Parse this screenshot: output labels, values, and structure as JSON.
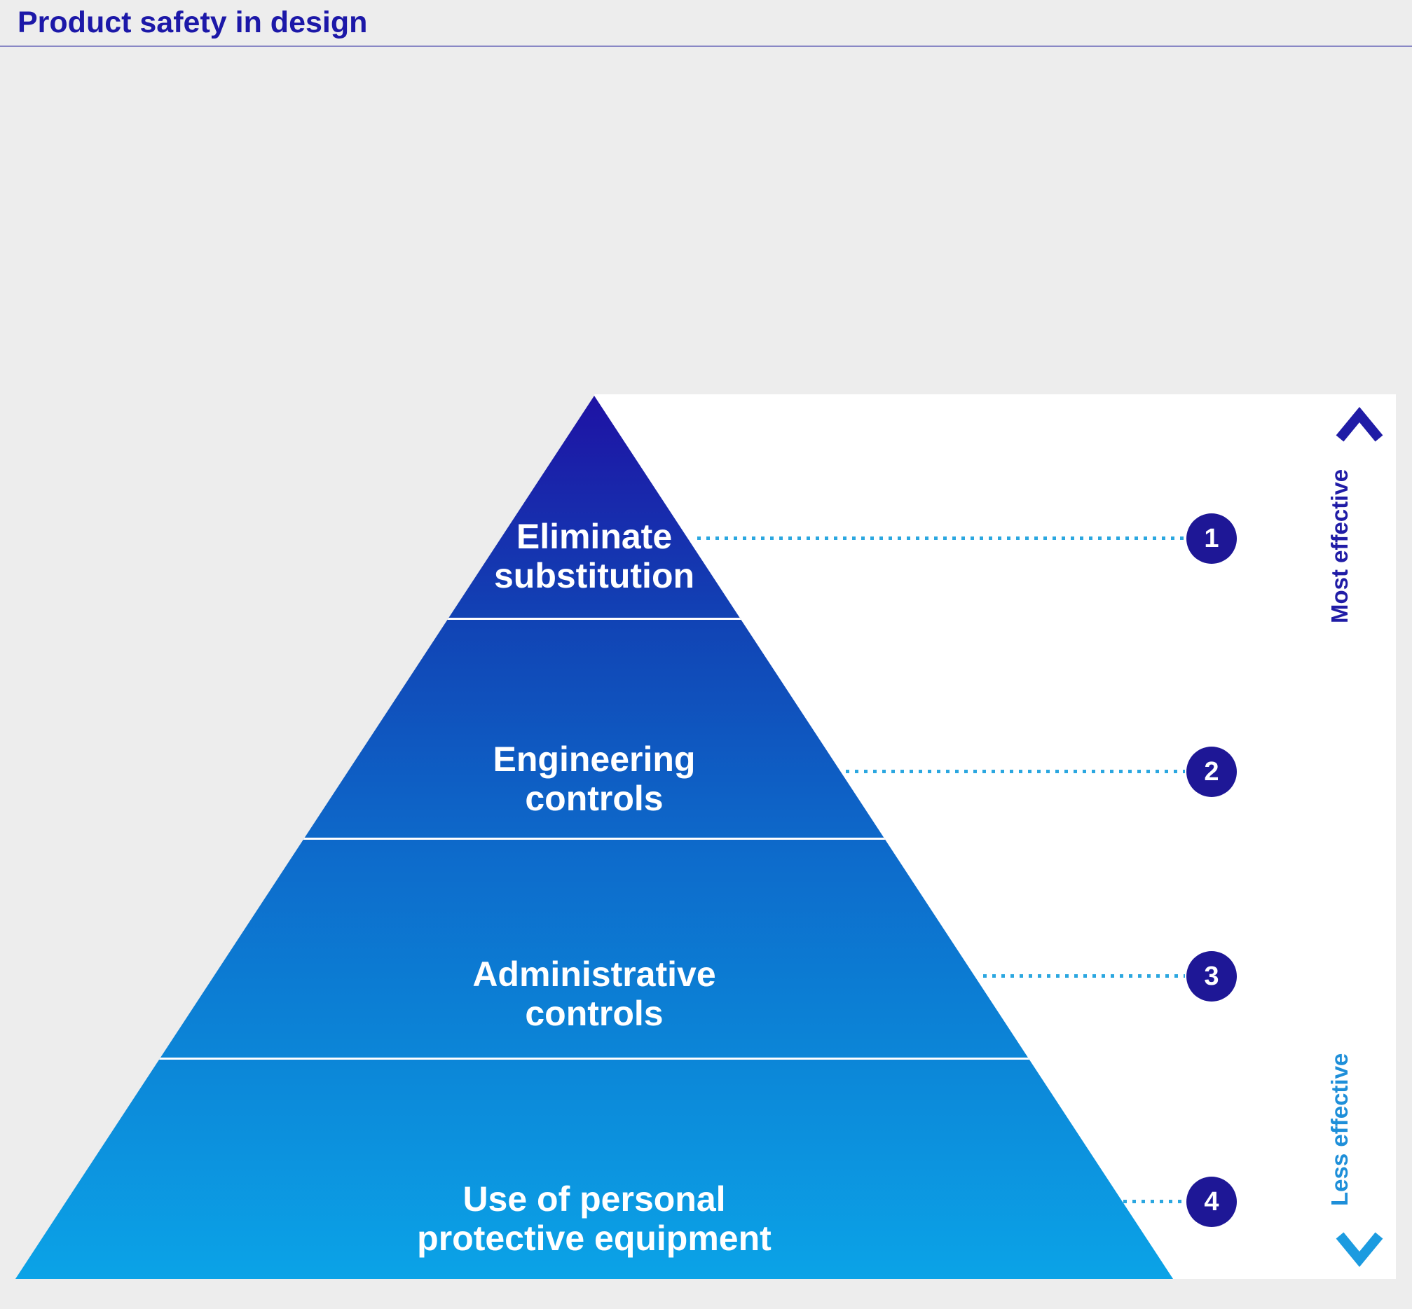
{
  "header": {
    "title": "Product safety in design"
  },
  "pyramid": {
    "tiers": [
      {
        "number": "1",
        "line1": "Eliminate",
        "line2": "substitution"
      },
      {
        "number": "2",
        "line1": "Engineering",
        "line2": "controls"
      },
      {
        "number": "3",
        "line1": "Administrative",
        "line2": "controls"
      },
      {
        "number": "4",
        "line1": "Use of personal",
        "line2": "protective equipment"
      }
    ],
    "gradient_top_color": "#1E12A4",
    "gradient_bottom_color": "#0BA3E7",
    "divider_color": "#FFFFFF"
  },
  "connectors": {
    "dot_color": "#2BA7E0",
    "badge_color": "#1E1796"
  },
  "effectiveness_scale": {
    "top_label": "Most effective",
    "bottom_label": "Less effective",
    "top_color": "#201CA6",
    "bottom_color": "#1E8FD9"
  },
  "colors": {
    "title": "#1C18A8",
    "background": "#EDEDED",
    "panel": "#FFFFFF"
  }
}
